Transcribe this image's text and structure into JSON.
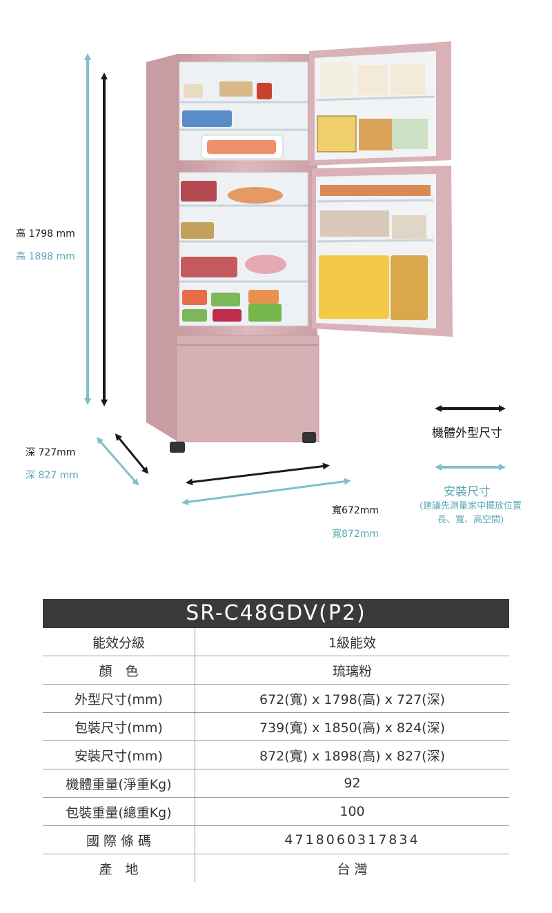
{
  "dimensions": {
    "height_body": "高 1798 mm",
    "height_install": "高 1898 mm",
    "depth_body": "深 727mm",
    "depth_install": "深 827 mm",
    "width_body": "寬672mm",
    "width_install": "寬872mm"
  },
  "legend": {
    "body_label": "機體外型尺寸",
    "install_label": "安裝尺寸",
    "install_note_line1": "(建議先測量家中擺放位置",
    "install_note_line2": "長、寬、高空間)"
  },
  "colors": {
    "black_arrow": "#1a1a1a",
    "teal_arrow": "#7fbfcb",
    "fridge_body": "#d8b2b7",
    "table_header": "#3a3a3a"
  },
  "spec": {
    "model": "SR-C48GDV(P2)",
    "rows": [
      {
        "label": "能效分級",
        "value": "1級能效"
      },
      {
        "label": "顏　色",
        "value": "琉璃粉"
      },
      {
        "label": "外型尺寸(mm)",
        "value": "672(寬) x 1798(高) x 727(深)"
      },
      {
        "label": "包裝尺寸(mm)",
        "value": "739(寬) x 1850(高) x 824(深)"
      },
      {
        "label": "安裝尺寸(mm)",
        "value": "872(寬) x 1898(高) x 827(深)"
      },
      {
        "label": "機體重量(淨重Kg)",
        "value": "92"
      },
      {
        "label": "包裝重量(總重Kg)",
        "value": "100"
      },
      {
        "label": "國 際 條 碼",
        "value": "4718060317834"
      },
      {
        "label": "產　地",
        "value": "台 灣"
      }
    ]
  }
}
